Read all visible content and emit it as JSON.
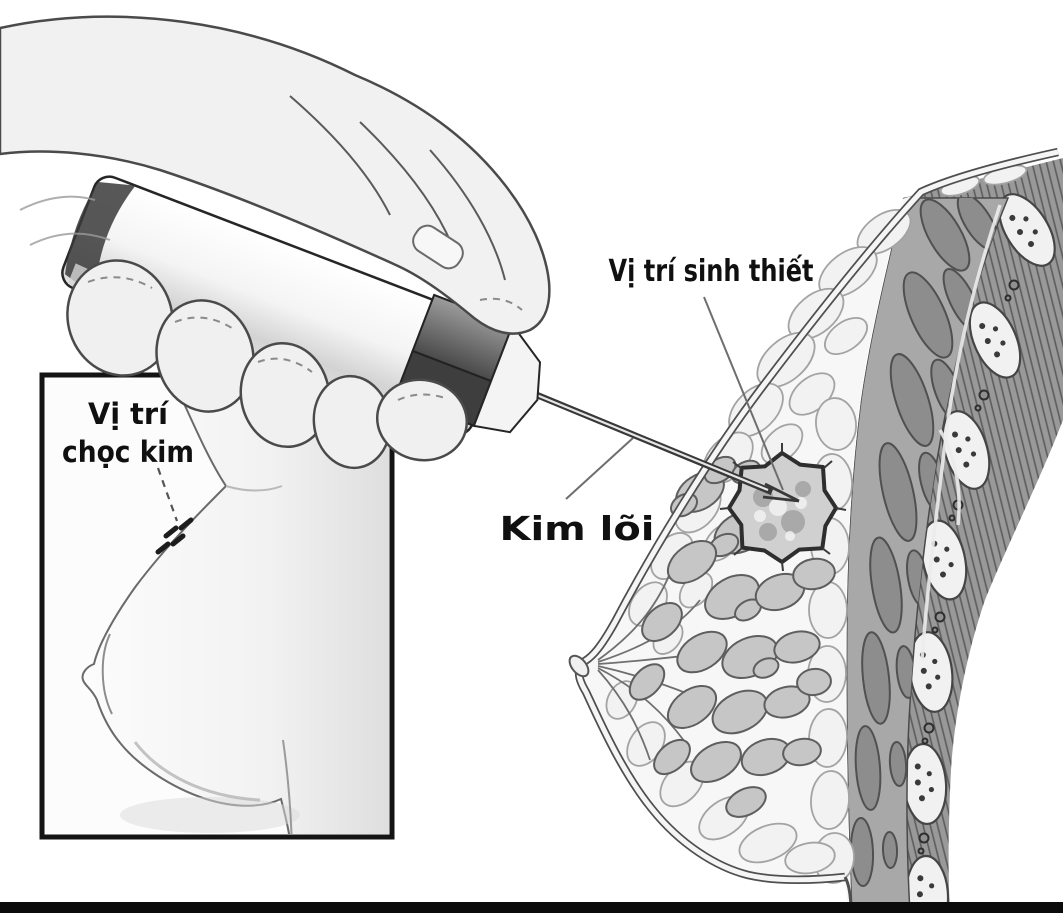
{
  "illustration": {
    "labels": {
      "biopsy_site": "Vị trí sinh thiết",
      "core_needle": "Kim lõi",
      "insertion_site_line1": "Vị trí",
      "insertion_site_line2": "chọc kim"
    },
    "colors": {
      "background": "#ffffff",
      "label_text": "#101010",
      "inset_border": "#141414",
      "bottom_bar": "#0b0b0b",
      "muscle_lobule": "#8d8d8d",
      "muscle_base": "#a8a8a8",
      "intercostal": "#999999",
      "rib": "#f1f1f1",
      "gland": "#c6c6c6",
      "fat": "#f2f2f2",
      "skin_line": "#4f4f4f",
      "tumor_fill": "#d0d0d0",
      "tumor_outline": "#2e2e2e",
      "device_collar_dark": "#3e3e3e",
      "needle": "#383838"
    }
  }
}
